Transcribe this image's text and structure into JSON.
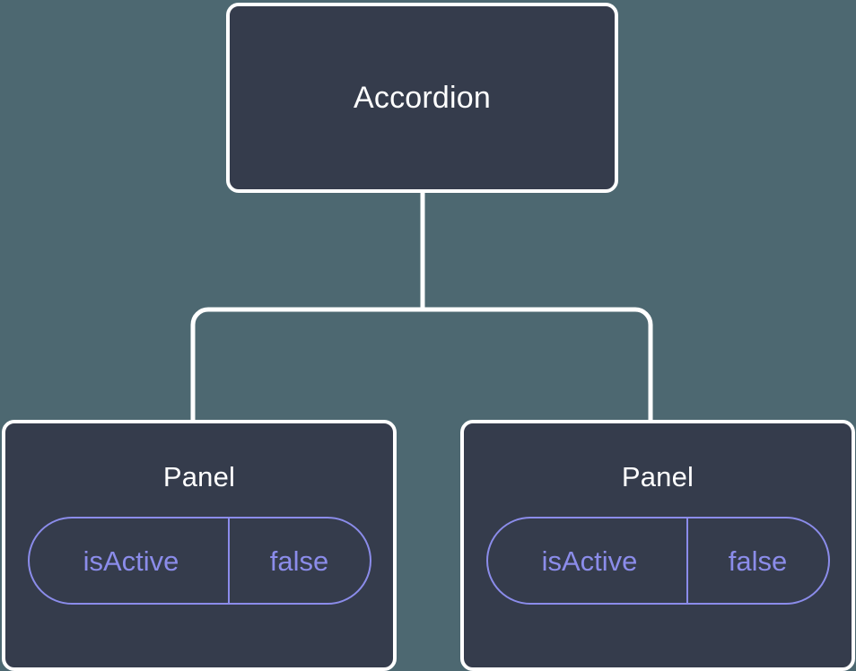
{
  "canvas": {
    "background_color": "#4d6871",
    "node_fill_color": "#353c4c",
    "node_border_color": "#ffffff",
    "connector_color": "#ffffff",
    "prop_accent_color": "#8b8cea",
    "title_color": "#ffffff"
  },
  "tree": {
    "root": {
      "label": "Accordion"
    },
    "children": [
      {
        "label": "Panel",
        "prop": {
          "key": "isActive",
          "value": "false"
        }
      },
      {
        "label": "Panel",
        "prop": {
          "key": "isActive",
          "value": "false"
        }
      }
    ]
  }
}
